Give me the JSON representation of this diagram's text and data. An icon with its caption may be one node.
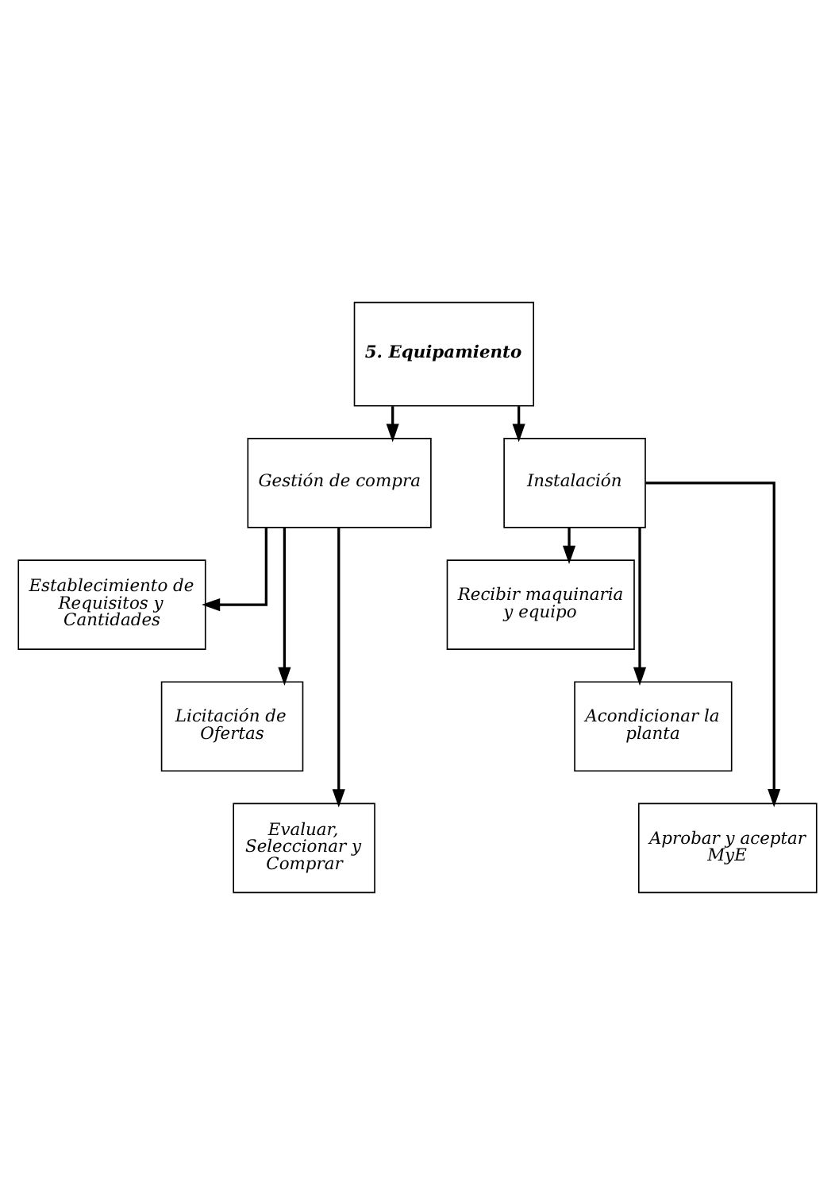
{
  "diagram": {
    "nodes": [
      {
        "text": [
          "5. Equipamiento"
        ]
      },
      {
        "text": [
          "Gestión de compra"
        ]
      },
      {
        "text": [
          "Instalación"
        ]
      },
      {
        "text": [
          "Establecimiento de Requisitos y Cantidades"
        ]
      },
      {
        "text": [
          "Licitación de Ofertas"
        ]
      },
      {
        "text": [
          "Evaluar, Seleccionar y Comprar"
        ]
      },
      {
        "text": [
          "Recibir maquinaria y equipo"
        ]
      },
      {
        "text": [
          "Acondicionar la planta"
        ]
      },
      {
        "text": [
          "Aprobar y aceptar MyE"
        ]
      }
    ],
    "edges": [
      {
        "from": 0,
        "to": 1,
        "arrow": "to"
      },
      {
        "from": 0,
        "to": 2,
        "arrow": "to"
      },
      {
        "from": 1,
        "to": 3,
        "arrow": "to"
      },
      {
        "from": 1,
        "to": 4,
        "arrow": "to"
      },
      {
        "from": 1,
        "to": 5,
        "arrow": "to"
      },
      {
        "from": 2,
        "to": 6,
        "arrow": "to"
      },
      {
        "from": 2,
        "to": 7,
        "arrow": "to"
      },
      {
        "from": 2,
        "to": 8,
        "arrow": "to"
      }
    ]
  }
}
